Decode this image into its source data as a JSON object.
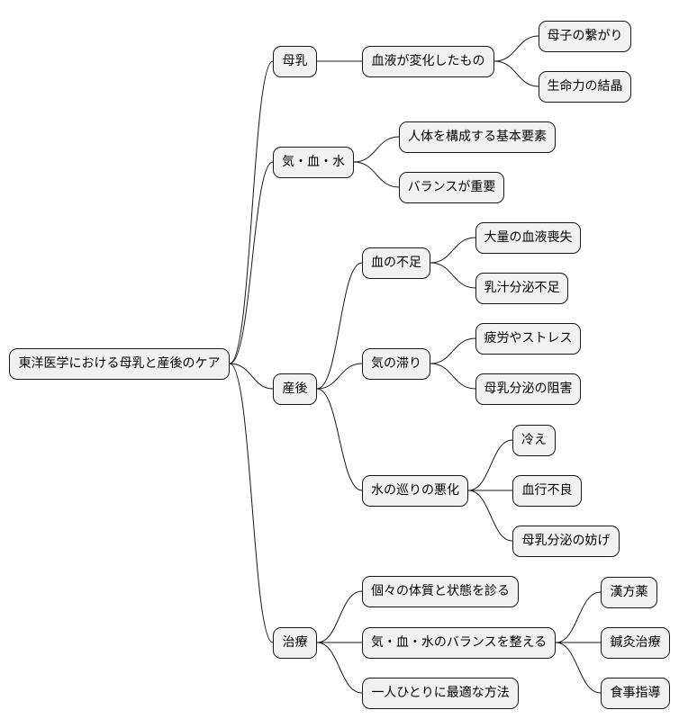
{
  "root": {
    "label": "東洋医学における母乳と産後のケア"
  },
  "branches": {
    "bonyu": {
      "label": "母乳",
      "child": {
        "label": "血液が変化したもの",
        "children": [
          "母子の繋がり",
          "生命力の結晶"
        ]
      }
    },
    "kiketsusui": {
      "label": "気・血・水",
      "children": [
        "人体を構成する基本要素",
        "バランスが重要"
      ]
    },
    "sango": {
      "label": "産後",
      "children": [
        {
          "label": "血の不足",
          "children": [
            "大量の血液喪失",
            "乳汁分泌不足"
          ]
        },
        {
          "label": "気の滞り",
          "children": [
            "疲労やストレス",
            "母乳分泌の阻害"
          ]
        },
        {
          "label": "水の巡りの悪化",
          "children": [
            "冷え",
            "血行不良",
            "母乳分泌の妨げ"
          ]
        }
      ]
    },
    "chiryo": {
      "label": "治療",
      "children": [
        {
          "label": "個々の体質と状態を診る"
        },
        {
          "label": "気・血・水のバランスを整える",
          "children": [
            "漢方薬",
            "鍼灸治療",
            "食事指導"
          ]
        },
        {
          "label": "一人ひとりに最適な方法"
        }
      ]
    }
  }
}
